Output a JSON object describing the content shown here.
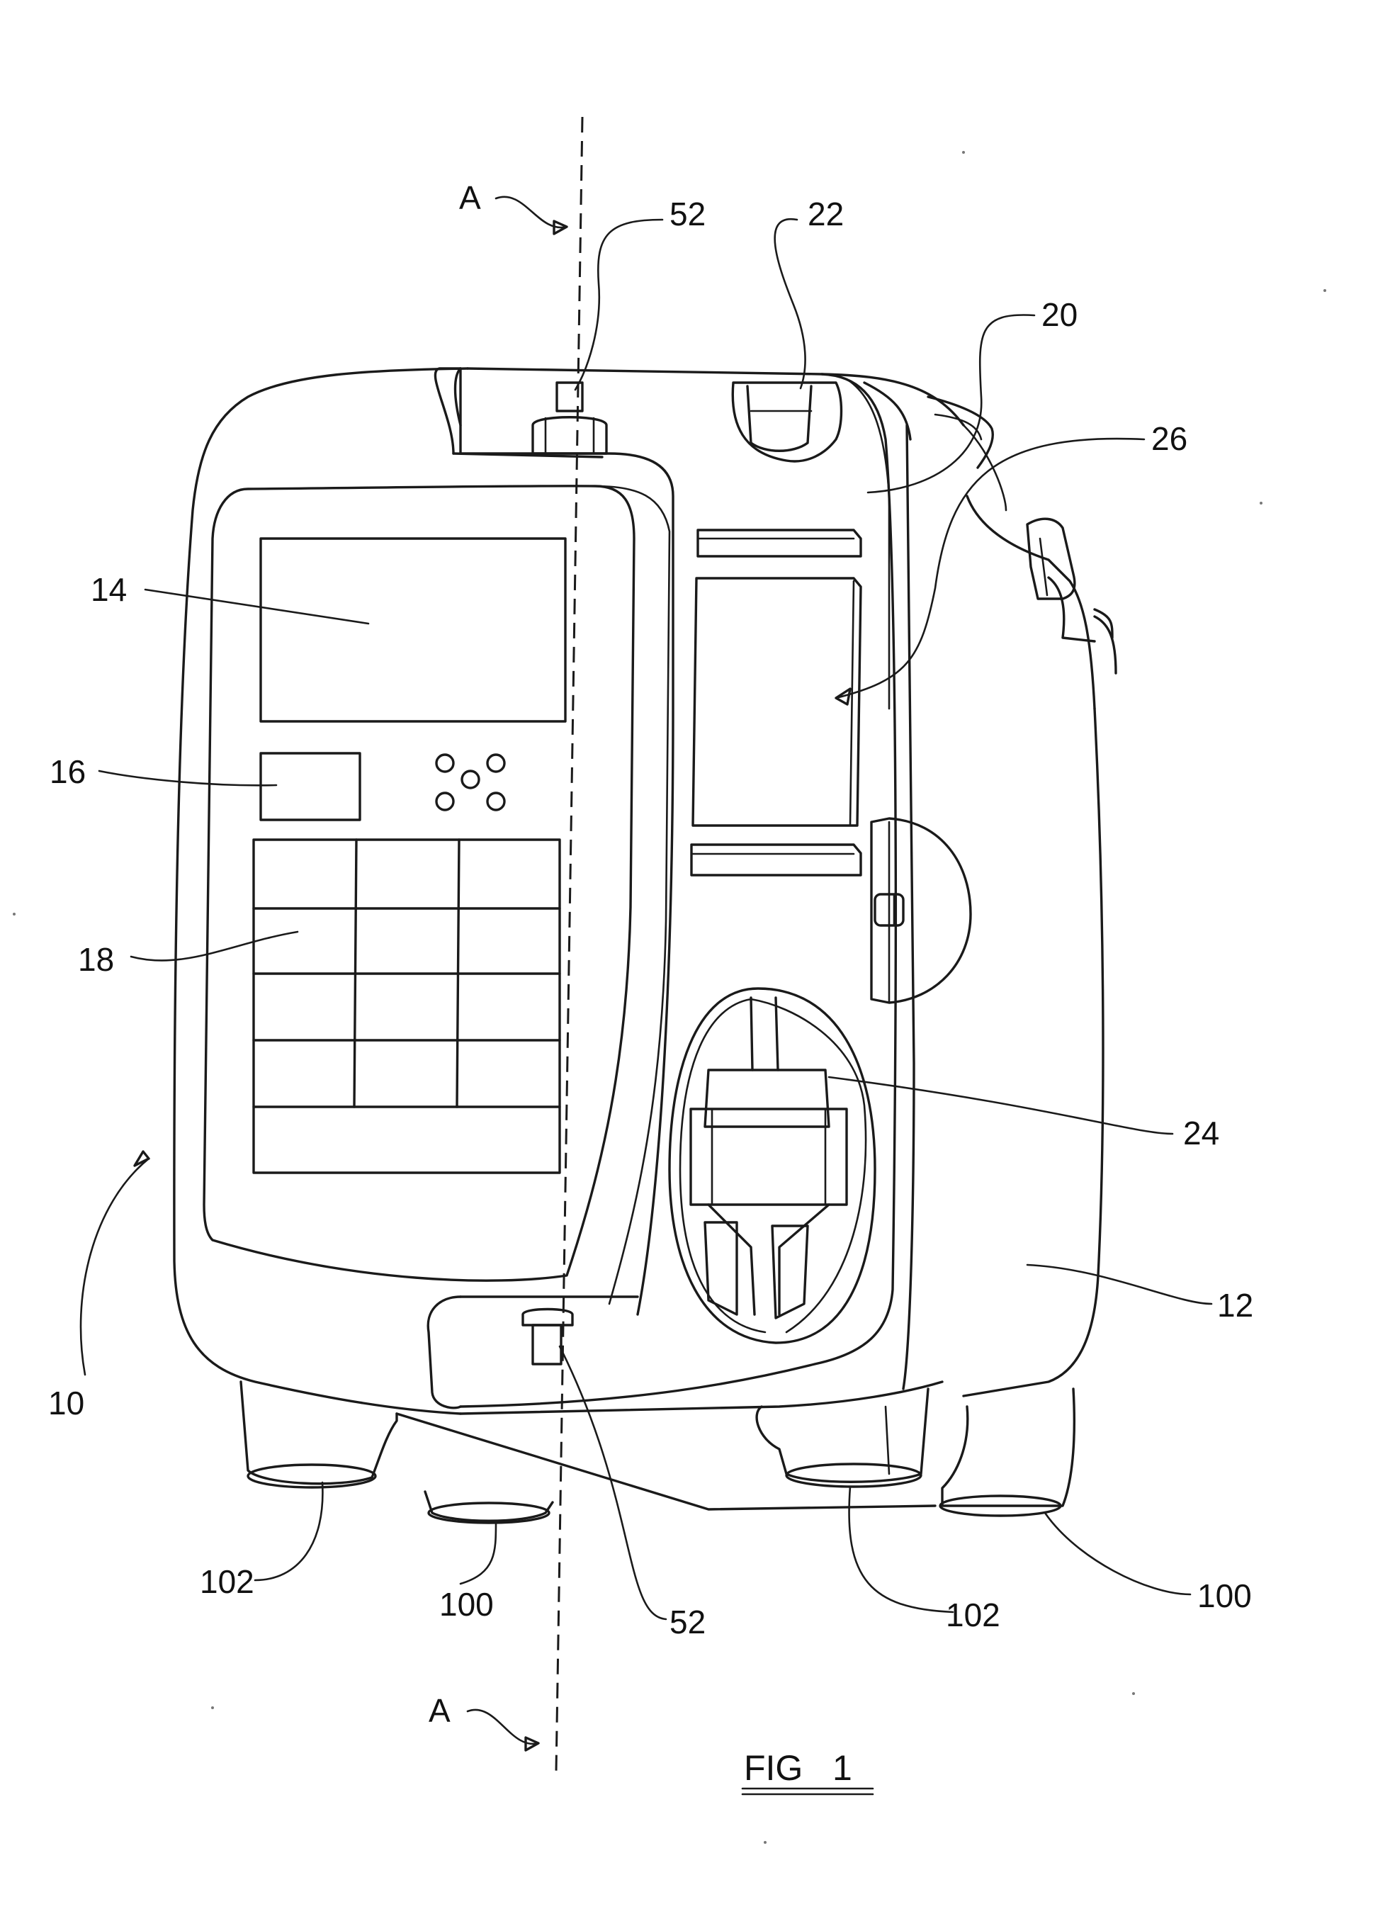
{
  "figure": {
    "caption": "FIG   1"
  },
  "labels": {
    "device": "10",
    "housing": "12",
    "display": "14",
    "small_display": "16",
    "keypad": "18",
    "front_panel": "20",
    "top_handle": "22",
    "pump_mechanism": "24",
    "window": "26",
    "pin_top": "52",
    "pin_bottom": "52",
    "foot_left": "102",
    "foot_right": "102",
    "foot_center": "100",
    "foot_far_right": "100",
    "axis_top": "A",
    "axis_bottom": "A"
  }
}
